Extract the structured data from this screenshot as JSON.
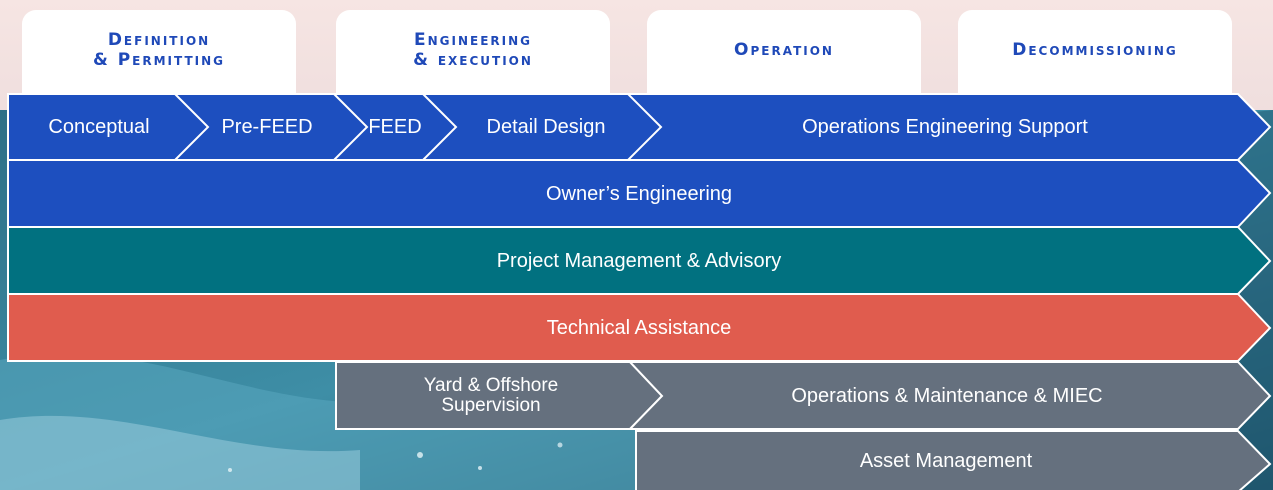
{
  "phases": [
    {
      "label": "Definition\n& Permitting"
    },
    {
      "label": "Engineering\n& execution"
    },
    {
      "label": "Operation"
    },
    {
      "label": "Decommissioning"
    }
  ],
  "stages": [
    "Conceptual",
    "Pre-FEED",
    "FEED",
    "Detail Design",
    "Operations Engineering Support"
  ],
  "bands": {
    "owners": "Owner’s Engineering",
    "pm": "Project Management & Advisory",
    "tech": "Technical Assistance",
    "yard": "Yard & Offshore\nSupervision",
    "om": "Operations & Maintenance & MIEC",
    "asset": "Asset Management"
  },
  "colors": {
    "blue": "#1d4fbf",
    "teal": "#017180",
    "coral": "#e05c4e",
    "slate": "#65707e",
    "phase_text": "#1f49b8"
  }
}
